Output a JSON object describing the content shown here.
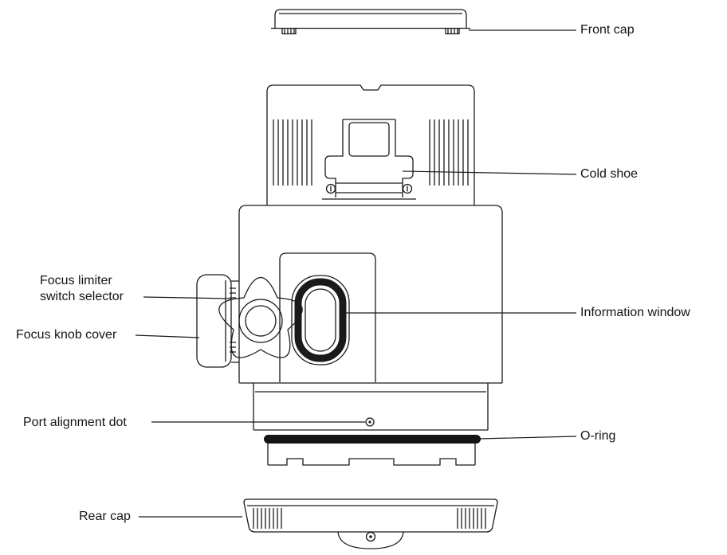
{
  "meta": {
    "background": "#ffffff",
    "line_color": "#1a1a1a"
  },
  "diagram": {
    "type": "labeled-technical-diagram",
    "labels": {
      "front_cap": "Front cap",
      "cold_shoe": "Cold shoe",
      "information_window": "Information window",
      "o_ring": "O-ring",
      "focus_limiter_switch_selector": "Focus limiter switch selector",
      "focus_knob_cover": "Focus knob cover",
      "port_alignment_dot": "Port alignment dot",
      "rear_cap": "Rear cap"
    }
  }
}
